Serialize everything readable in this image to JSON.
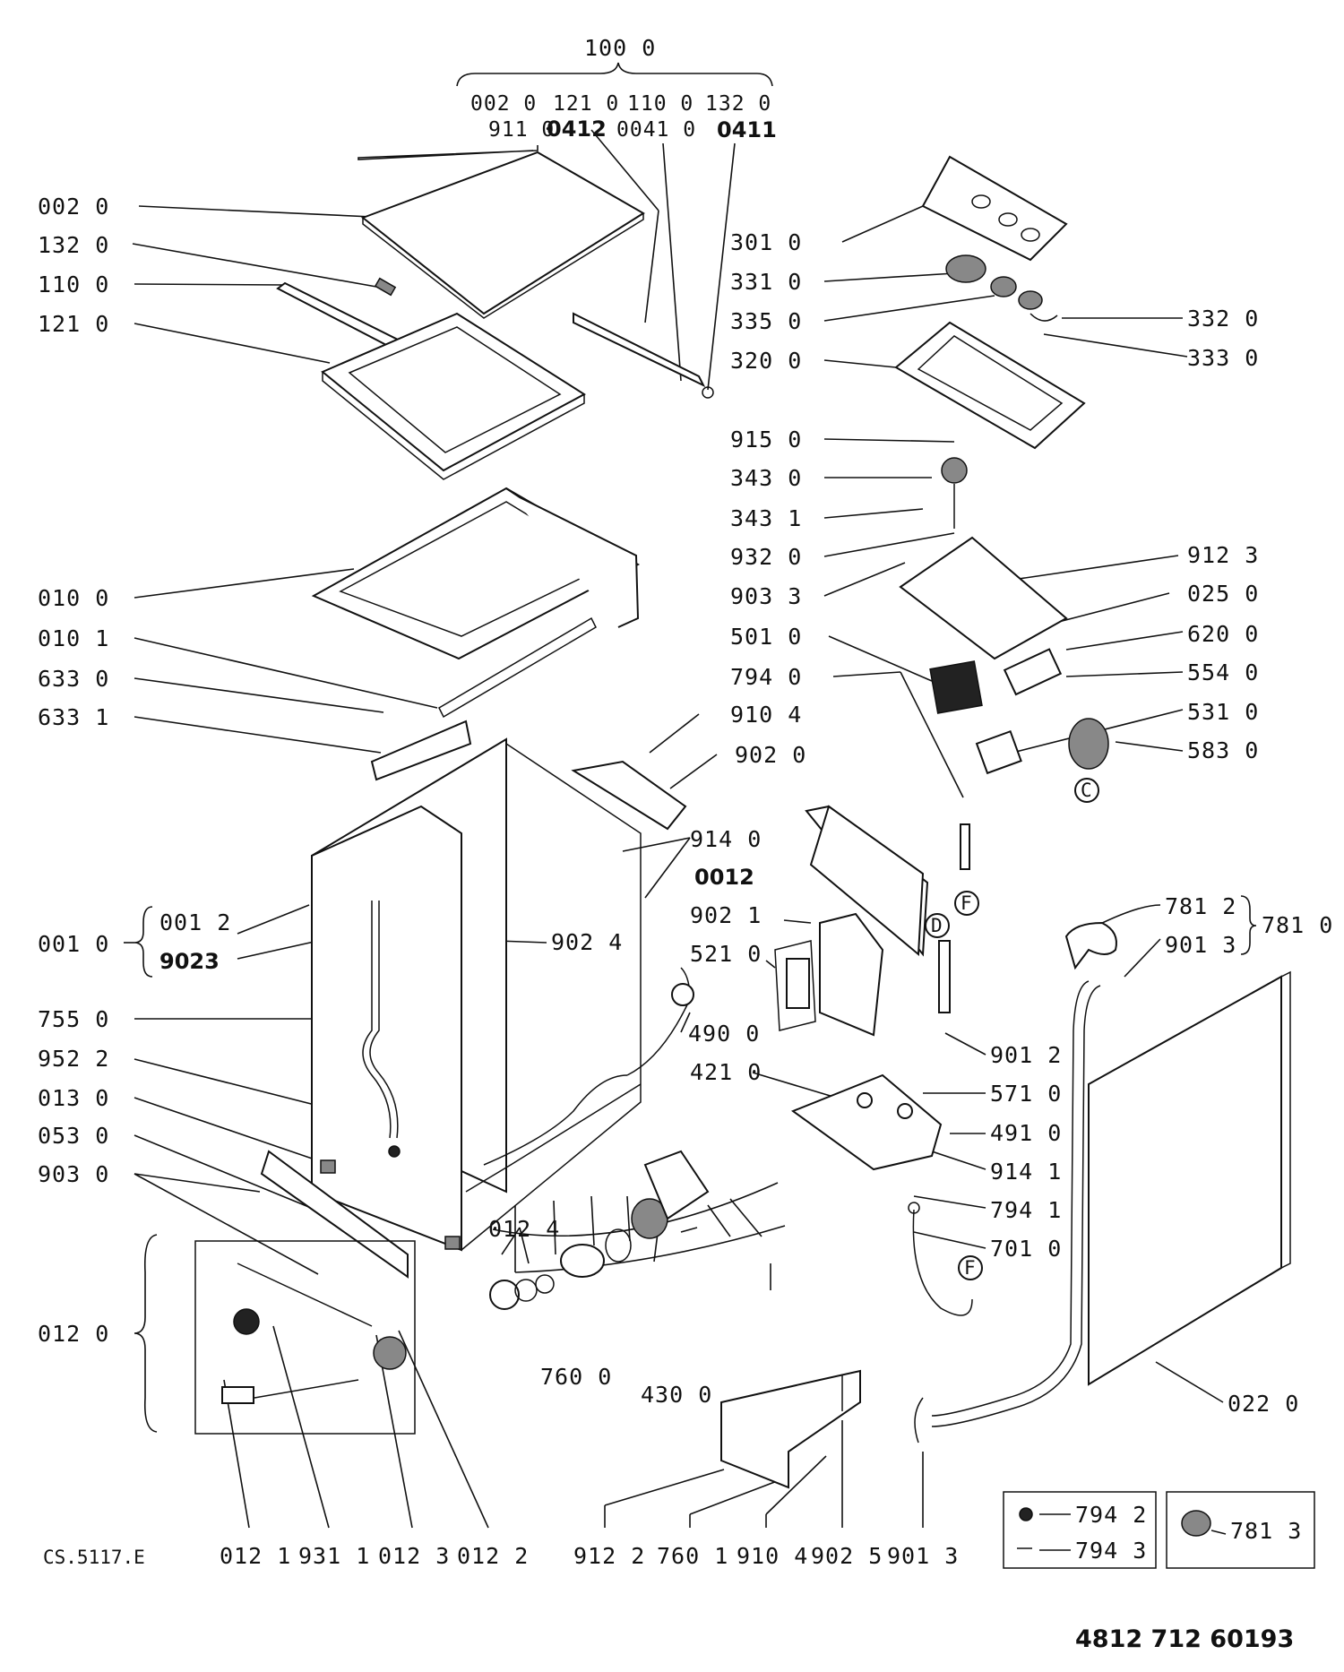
{
  "doc_code": "CS.5117.E",
  "doc_number": "4812 712 60193",
  "assembly": {
    "label": "100 0",
    "row1": [
      "002 0",
      "121 0",
      "110 0",
      "132 0"
    ],
    "row2": [
      "911 0",
      "0412",
      "0041 0",
      "0411"
    ]
  },
  "labels_left": [
    "002 0",
    "132 0",
    "110 0",
    "121 0",
    "010 0",
    "010 1",
    "633 0",
    "633 1",
    "001 0",
    "001 2",
    "9023",
    "755 0",
    "952 2",
    "013 0",
    "053 0",
    "903 0",
    "012 0"
  ],
  "labels_bottom": [
    "012 1",
    "931 1",
    "012 3",
    "012 2",
    "912 2",
    "760 1",
    "910 4",
    "902 5",
    "901 3"
  ],
  "labels_center": [
    "301 0",
    "331 0",
    "335 0",
    "320 0",
    "915 0",
    "343 0",
    "343 1",
    "932 0",
    "903 3",
    "501 0",
    "794 0",
    "910 4",
    "902 0",
    "914 0",
    "0012",
    "902 1",
    "902 4",
    "521 0",
    "490 0",
    "421 0",
    "012 4",
    "760 0",
    "430 0"
  ],
  "labels_right": [
    "332 0",
    "333 0",
    "912 3",
    "025 0",
    "620 0",
    "554 0",
    "531 0",
    "583 0",
    "781 2",
    "901 3",
    "781 0",
    "901 2",
    "571 0",
    "491 0",
    "914 1",
    "794 1",
    "701 0",
    "022 0"
  ],
  "callouts": [
    "C",
    "F",
    "D",
    "F"
  ],
  "legend": [
    "794 2",
    "794 3",
    "781 3"
  ]
}
